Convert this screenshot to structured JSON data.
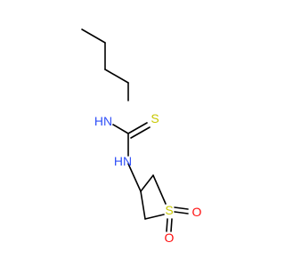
{
  "molecule": {
    "colors": {
      "carbon_bond": "#000000",
      "nitrogen": "#3050F8",
      "sulfur": "#C8C800",
      "oxygen": "#FF0D0D"
    },
    "atoms": {
      "n_upper": "HN",
      "n_lower": "HN",
      "s_thione": "S",
      "s_ring": "S",
      "o_right": "O",
      "o_bottom": "O"
    }
  }
}
